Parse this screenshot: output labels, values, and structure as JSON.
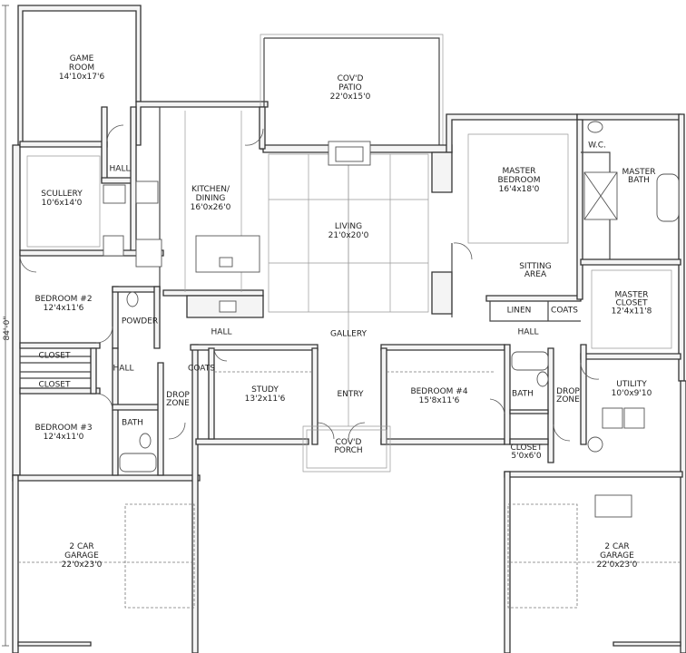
{
  "overall_dimension": "84'-0\"",
  "rooms": [
    {
      "id": "game-room",
      "name": "GAME\nROOM",
      "size": "14'10x17'6"
    },
    {
      "id": "covd-patio",
      "name": "COV'D\nPATIO",
      "size": "22'0x15'0"
    },
    {
      "id": "master-bedroom",
      "name": "MASTER\nBEDROOM",
      "size": "16'4x18'0"
    },
    {
      "id": "wc",
      "name": "W.C.",
      "size": ""
    },
    {
      "id": "master-bath",
      "name": "MASTER\nBATH",
      "size": ""
    },
    {
      "id": "hall-upper",
      "name": "HALL",
      "size": ""
    },
    {
      "id": "scullery",
      "name": "SCULLERY",
      "size": "10'6x14'0"
    },
    {
      "id": "kitchen-dining",
      "name": "KITCHEN/\nDINING",
      "size": "16'0x26'0"
    },
    {
      "id": "living",
      "name": "LIVING",
      "size": "21'0x20'0"
    },
    {
      "id": "sitting-area",
      "name": "SITTING\nAREA",
      "size": ""
    },
    {
      "id": "master-closet",
      "name": "MASTER\nCLOSET",
      "size": "12'4x11'8"
    },
    {
      "id": "bedroom-2",
      "name": "BEDROOM #2",
      "size": "12'4x11'6"
    },
    {
      "id": "powder",
      "name": "POWDER",
      "size": ""
    },
    {
      "id": "linen",
      "name": "LINEN",
      "size": ""
    },
    {
      "id": "coats-right",
      "name": "COATS",
      "size": ""
    },
    {
      "id": "hall-center",
      "name": "HALL",
      "size": ""
    },
    {
      "id": "gallery",
      "name": "GALLERY",
      "size": ""
    },
    {
      "id": "hall-right",
      "name": "HALL",
      "size": ""
    },
    {
      "id": "closet-1",
      "name": "CLOSET",
      "size": ""
    },
    {
      "id": "hall-left",
      "name": "HALL",
      "size": ""
    },
    {
      "id": "closet-2",
      "name": "CLOSET",
      "size": ""
    },
    {
      "id": "coats-left",
      "name": "COATS",
      "size": ""
    },
    {
      "id": "study",
      "name": "STUDY",
      "size": "13'2x11'6"
    },
    {
      "id": "entry",
      "name": "ENTRY",
      "size": ""
    },
    {
      "id": "bedroom-4",
      "name": "BEDROOM #4",
      "size": "15'8x11'6"
    },
    {
      "id": "bath-right",
      "name": "BATH",
      "size": ""
    },
    {
      "id": "drop-zone-right",
      "name": "DROP\nZONE",
      "size": ""
    },
    {
      "id": "utility",
      "name": "UTILITY",
      "size": "10'0x9'10"
    },
    {
      "id": "drop-zone-left",
      "name": "DROP\nZONE",
      "size": ""
    },
    {
      "id": "bedroom-3",
      "name": "BEDROOM #3",
      "size": "12'4x11'0"
    },
    {
      "id": "bath-left",
      "name": "BATH",
      "size": ""
    },
    {
      "id": "covd-porch",
      "name": "COV'D\nPORCH",
      "size": ""
    },
    {
      "id": "closet-3",
      "name": "CLOSET",
      "size": "5'0x6'0"
    },
    {
      "id": "garage-left",
      "name": "2 CAR\nGARAGE",
      "size": "22'0x23'0"
    },
    {
      "id": "garage-right",
      "name": "2 CAR\nGARAGE",
      "size": "22'0x23'0"
    }
  ]
}
